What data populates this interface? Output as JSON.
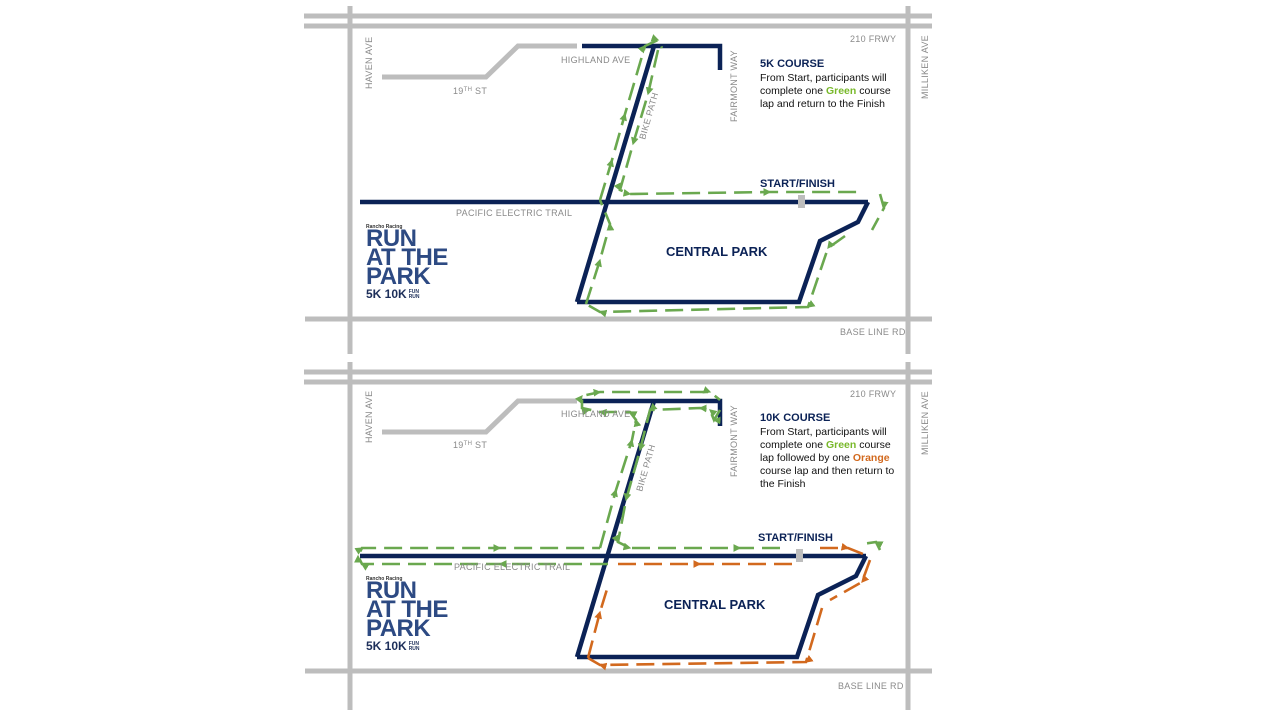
{
  "maps": [
    {
      "course_title": "5K COURSE",
      "desc_start": "From Start, participants will complete one ",
      "green_word": "Green",
      "desc_end": " course lap and return to the Finish",
      "labels": {
        "freeway": "210 FRWY",
        "haven": "HAVEN AVE",
        "milliken": "MILLIKEN AVE",
        "highland": "HIGHLAND AVE",
        "nineteenth": "19",
        "nineteenth_sup": "TH",
        "nineteenth_suffix": " ST",
        "fairmont": "FAIRMONT WAY",
        "bike_path": "BIKE PATH",
        "pacific": "PACIFIC ELECTRIC TRAIL",
        "start_finish": "START/FINISH",
        "central_park": "CENTRAL PARK",
        "base_line": "BASE LINE RD"
      },
      "logo": {
        "org": "Rancho Racing",
        "line1": "RUN",
        "line2": "AT THE",
        "line3": "PARK",
        "dist": "5K 10K",
        "fun1": "FUN",
        "fun2": "RUN"
      }
    },
    {
      "course_title": "10K COURSE",
      "desc_start": "From Start, participants will complete one ",
      "green_word": "Green",
      "desc_mid": " course lap followed by one ",
      "orange_word": "Orange",
      "desc_end": " course lap and then return to the Finish",
      "labels": {
        "freeway": "210 FRWY",
        "haven": "HAVEN AVE",
        "milliken": "MILLIKEN AVE",
        "highland": "HIGHLAND AVE",
        "nineteenth": "19",
        "nineteenth_sup": "TH",
        "nineteenth_suffix": " ST",
        "fairmont": "FAIRMONT WAY",
        "bike_path": "BIKE PATH",
        "pacific": "PACIFIC ELECTRIC TRAIL",
        "start_finish": "START/FINISH",
        "central_park": "CENTRAL PARK",
        "base_line": "BASE LINE RD"
      },
      "logo": {
        "org": "Rancho Racing",
        "line1": "RUN",
        "line2": "AT THE",
        "line3": "PARK",
        "dist": "5K 10K",
        "fun1": "FUN",
        "fun2": "RUN"
      }
    }
  ],
  "colors": {
    "road": "#bdbdbd",
    "trail": "#0b2256",
    "green_route": "#6aa84f",
    "orange_route": "#d2691e",
    "label": "#8a8a8a"
  }
}
